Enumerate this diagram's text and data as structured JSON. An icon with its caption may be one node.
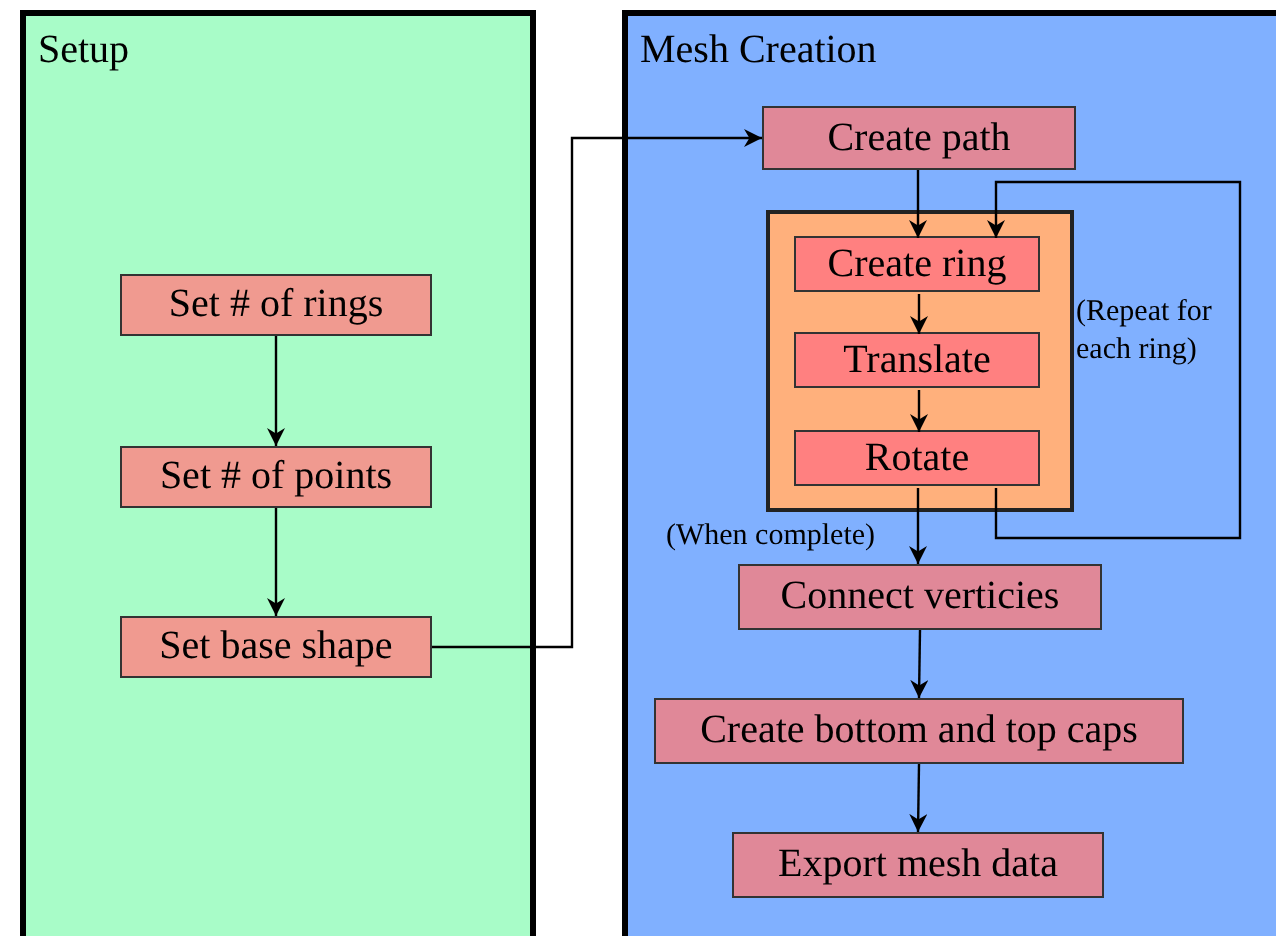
{
  "diagram": {
    "nodes": [
      {
        "text": [
          "Setup"
        ]
      },
      {
        "text": [
          "Set # of rings"
        ],
        "in": 0
      },
      {
        "text": [
          "Set # of points"
        ],
        "in": 0
      },
      {
        "text": [
          "Set base shape"
        ],
        "in": 0
      },
      {
        "text": [
          "Mesh Creation"
        ]
      },
      {
        "text": [
          "Create path"
        ],
        "in": 4
      },
      {
        "text": [],
        "shape": "box",
        "in": 4
      },
      {
        "text": [
          "Create ring"
        ],
        "in": 6
      },
      {
        "text": [
          "Translate"
        ],
        "in": 6
      },
      {
        "text": [
          "Rotate"
        ],
        "in": 6
      },
      {
        "text": [
          "Connect verticies"
        ],
        "in": 4
      },
      {
        "text": [
          "Create bottom and top caps"
        ],
        "in": 4
      },
      {
        "text": [
          "Export mesh data"
        ],
        "in": 4
      }
    ],
    "edges": [
      {
        "from": 1,
        "to": 2,
        "arrow": "to"
      },
      {
        "from": 2,
        "to": 3,
        "arrow": "to"
      },
      {
        "from": 3,
        "to": 5,
        "arrow": "to"
      },
      {
        "from": 5,
        "to": 7,
        "arrow": "to"
      },
      {
        "from": 7,
        "to": 8,
        "arrow": "to"
      },
      {
        "from": 8,
        "to": 9,
        "arrow": "to"
      },
      {
        "from": 9,
        "to": 7,
        "arrow": "to",
        "label": "(Repeat for each ring)"
      },
      {
        "from": 9,
        "to": 10,
        "arrow": "to",
        "label": "(When complete)"
      },
      {
        "from": 10,
        "to": 11,
        "arrow": "to"
      },
      {
        "from": 11,
        "to": 12,
        "arrow": "to"
      }
    ]
  }
}
